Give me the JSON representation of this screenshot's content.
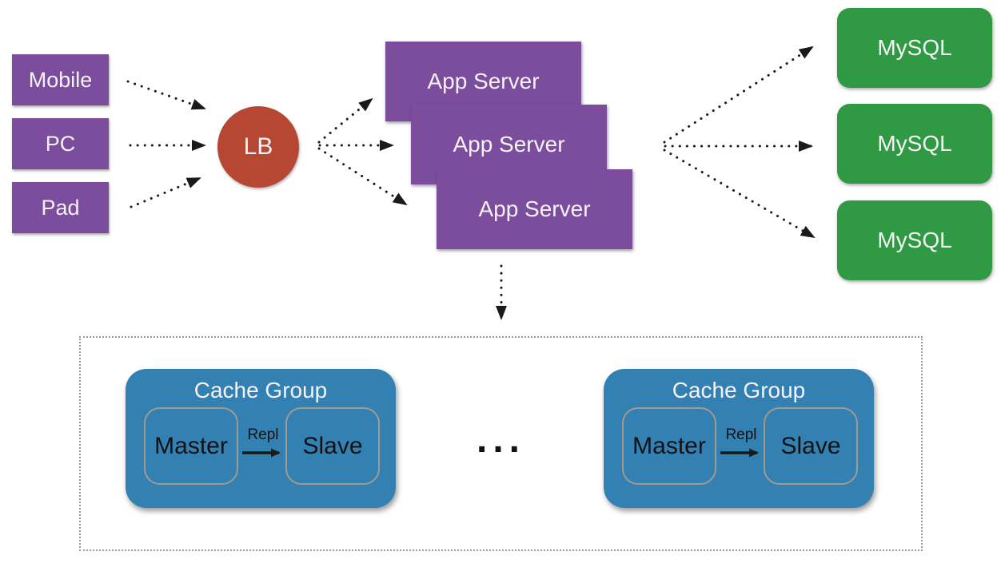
{
  "colors": {
    "client_box": "#7d4d9d",
    "app_server_box": "#7d4d9d",
    "load_balancer": "#b54733",
    "mysql_box": "#2f9a43",
    "cache_box": "#3380b3",
    "inner_border": "#a39a8e",
    "arrow": "#1a1a1a",
    "container_border": "#9a9a9a",
    "text_light": "#f5f3f7",
    "text_dark": "#111111"
  },
  "diagram": {
    "clients": [
      {
        "label": "Mobile"
      },
      {
        "label": "PC"
      },
      {
        "label": "Pad"
      }
    ],
    "load_balancer": {
      "label": "LB"
    },
    "app_servers": [
      {
        "label": "App Server"
      },
      {
        "label": "App Server"
      },
      {
        "label": "App Server"
      }
    ],
    "databases": [
      {
        "label": "MySQL"
      },
      {
        "label": "MySQL"
      },
      {
        "label": "MySQL"
      }
    ],
    "cache_cluster": {
      "groups": [
        {
          "title": "Cache Group",
          "master_label": "Master",
          "slave_label": "Slave",
          "repl_label": "Repl"
        },
        {
          "title": "Cache Group",
          "master_label": "Master",
          "slave_label": "Slave",
          "repl_label": "Repl"
        }
      ],
      "ellipsis": "..."
    }
  }
}
